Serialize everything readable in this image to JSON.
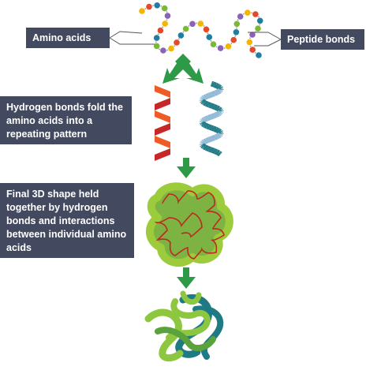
{
  "labels": {
    "amino_acids": "Amino acids",
    "peptide_bonds": "Peptide bonds",
    "hydrogen_bonds": "Hydrogen bonds fold the amino acids into a repeating pattern",
    "final_shape": "Final 3D shape held together by hydrogen bonds and interactions between individual amino acids"
  },
  "colors": {
    "label_bg": "#434a5f",
    "arrow": "#2e9a47",
    "bead_palette": [
      "#f5b400",
      "#e24a2b",
      "#1f7ea0",
      "#79b933",
      "#8a63b8"
    ],
    "pleated_sheet": [
      "#f05a24",
      "#c62828"
    ],
    "helix": [
      "#8fb9d6",
      "#1f7a86"
    ],
    "folded_outline": "#9ccc3c",
    "folded_fill": "#7cb342",
    "folded_chain": "#c0281f",
    "tertiary": [
      "#8dc63f",
      "#1f7a86",
      "#5aa33c"
    ]
  }
}
